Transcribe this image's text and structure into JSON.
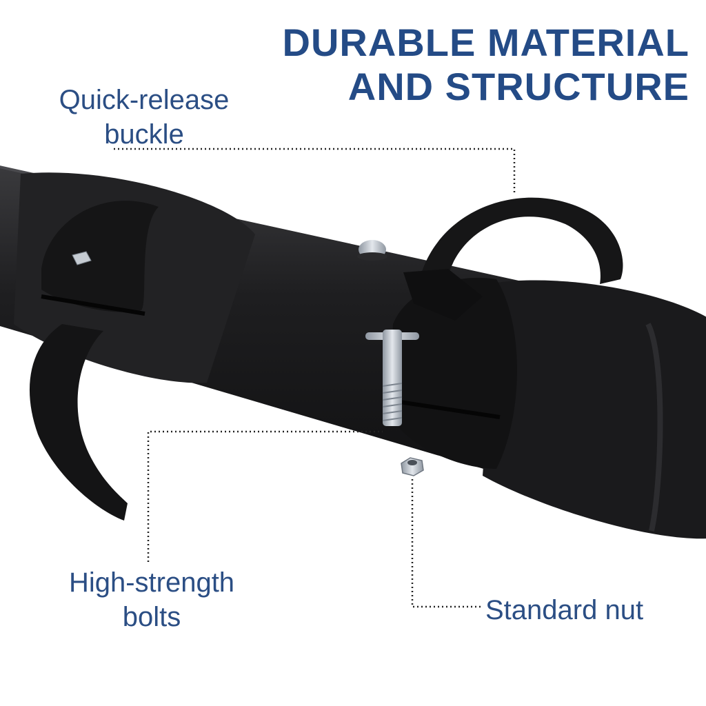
{
  "headline": {
    "line1": "DURABLE MATERIAL",
    "line2": "AND STRUCTURE"
  },
  "callouts": {
    "buckle": {
      "line1": "Quick-release",
      "line2": "buckle"
    },
    "bolts": {
      "line1": "High-strength",
      "line2": "bolts"
    },
    "nut": {
      "text": "Standard nut"
    }
  },
  "colors": {
    "text": "#244b86",
    "pipe": "#1c1c1e",
    "metal": "#c5cbd2",
    "leader": "#222222"
  }
}
